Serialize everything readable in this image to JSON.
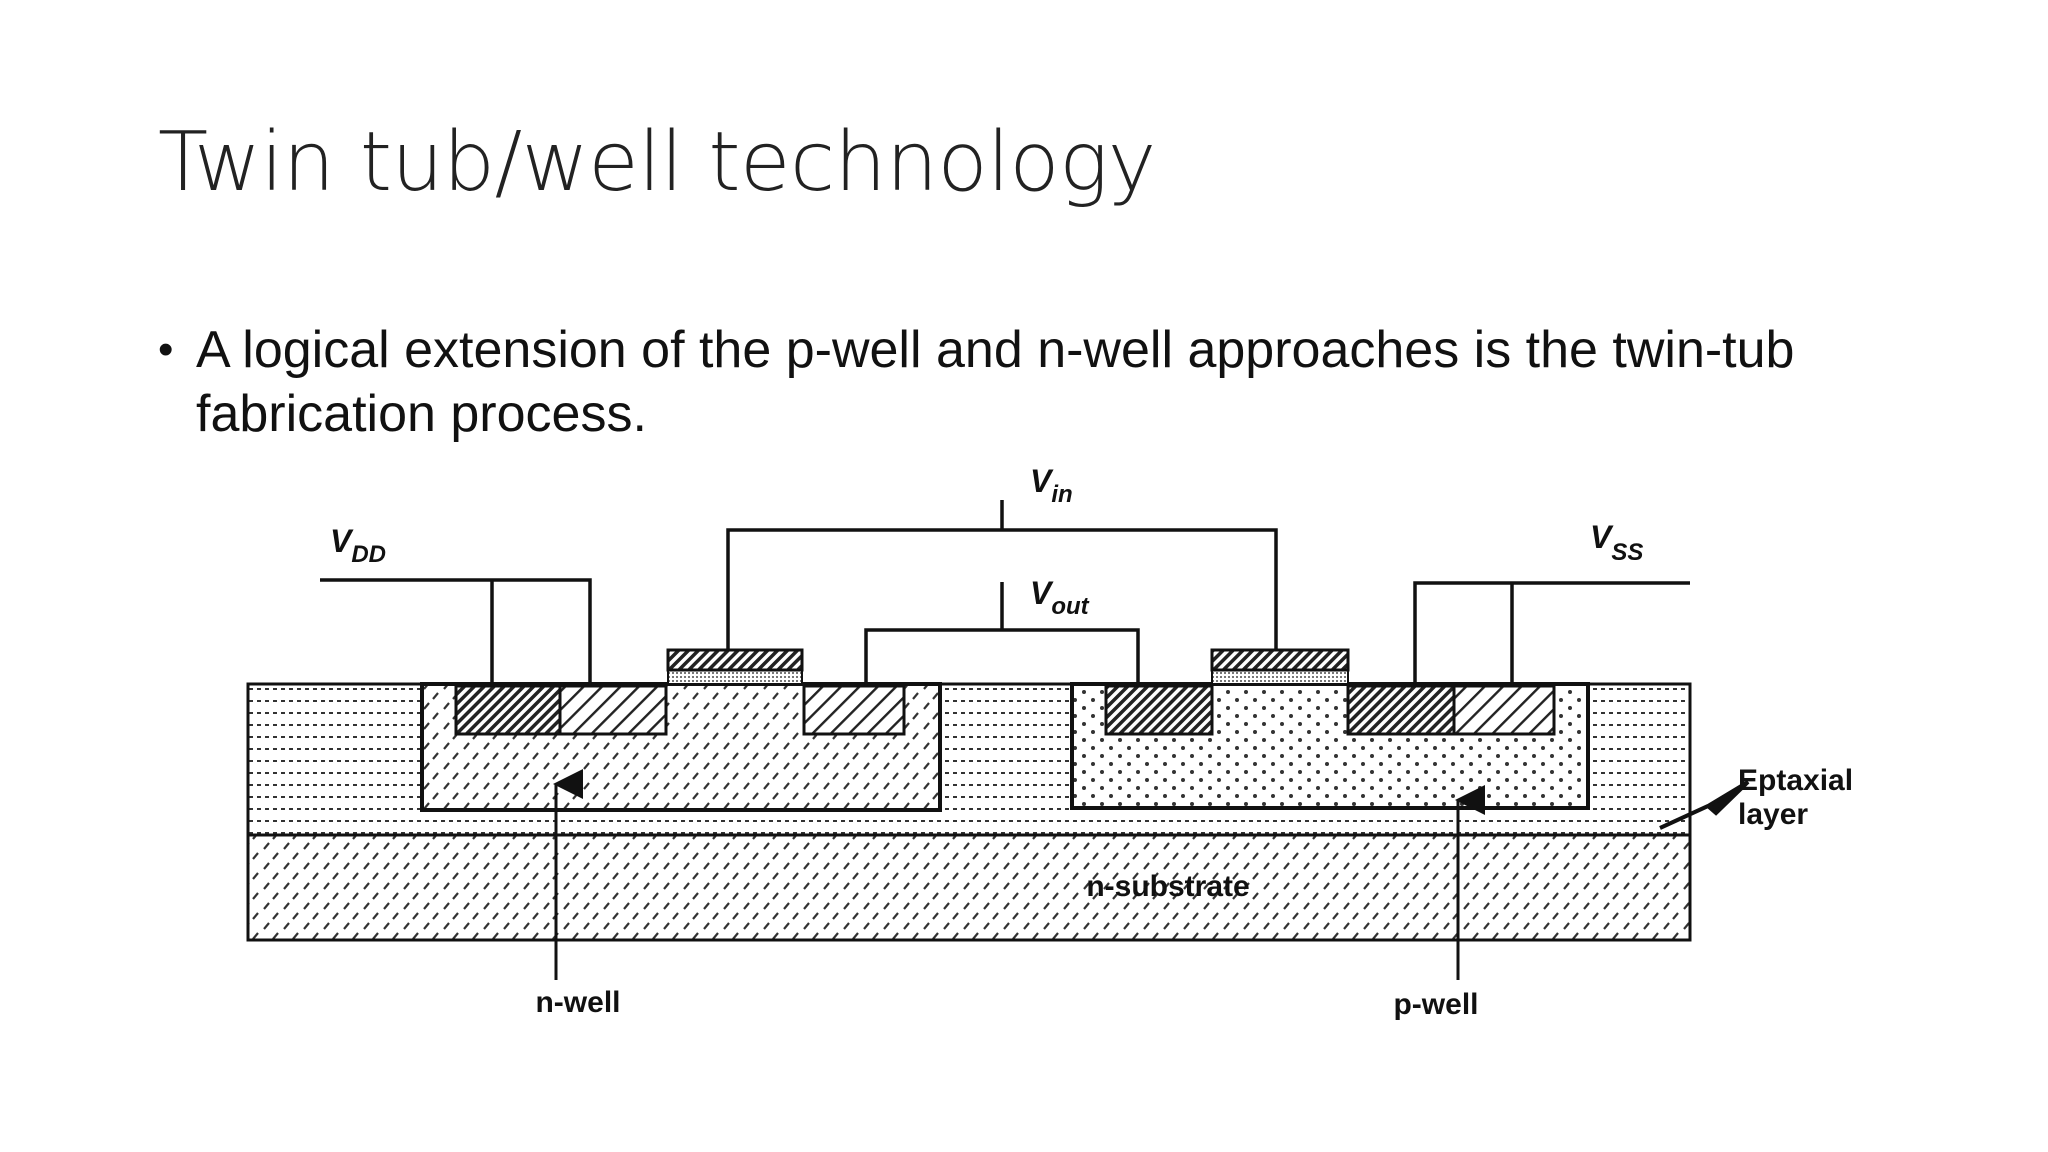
{
  "slide": {
    "title": "Twin tub/well technology",
    "bullets": [
      "A logical extension of the p-well and n-well approaches is the twin-tub fabrication process."
    ]
  },
  "diagram": {
    "labels": {
      "vdd_main": "V",
      "vdd_sub": "DD",
      "vss_main": "V",
      "vss_sub": "SS",
      "vin_main": "V",
      "vin_sub": "in",
      "vout_main": "V",
      "vout_sub": "out",
      "n_well": "n-well",
      "p_well": "p-well",
      "n_substrate": "n-substrate",
      "eptaxial_line1": "Eptaxial",
      "eptaxial_line2": "layer"
    }
  }
}
